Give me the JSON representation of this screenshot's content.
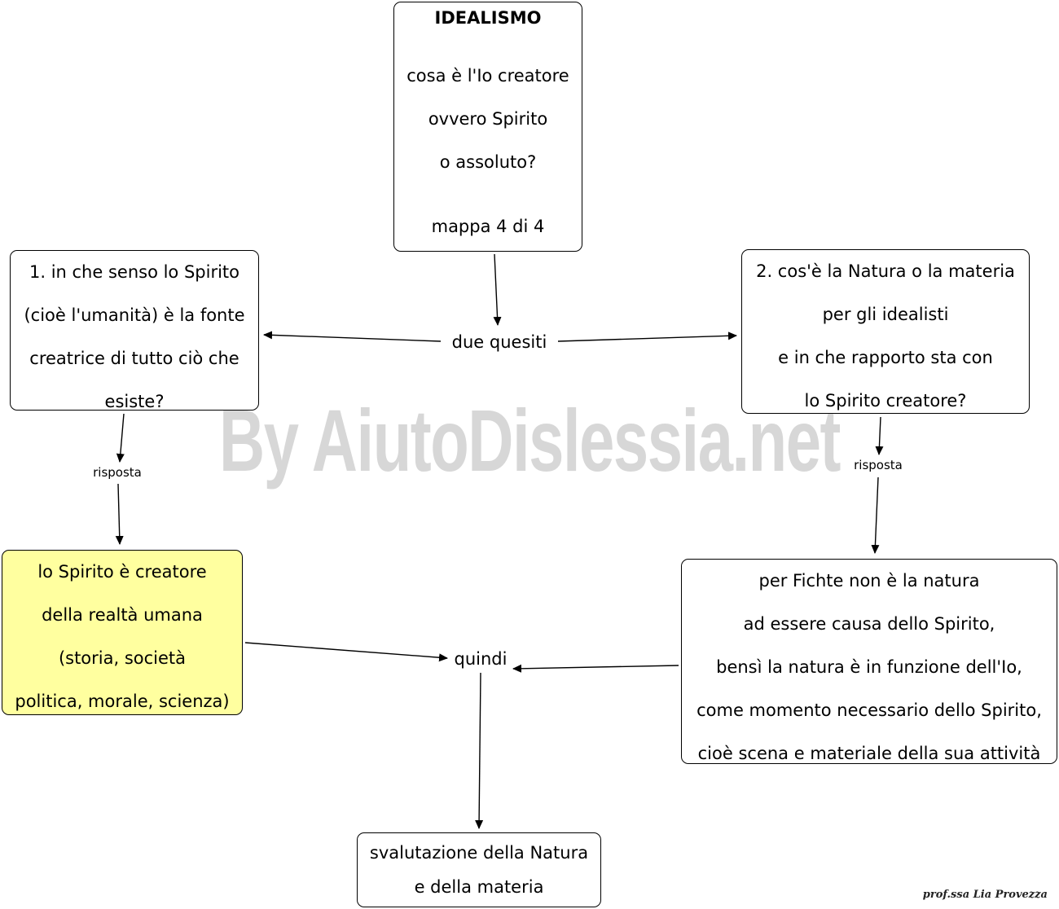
{
  "diagram": {
    "root": {
      "title": "IDEALISMO",
      "lines": [
        "cosa è l'Io creatore",
        "ovvero Spirito",
        "o assoluto?"
      ],
      "footer": "mappa 4 di 4"
    },
    "hub_label": "due quesiti",
    "question_left": {
      "lines": [
        "1. in che senso lo Spirito",
        "(cioè l'umanità) è la fonte",
        "creatrice di tutto ciò che",
        "esiste?"
      ]
    },
    "question_right": {
      "lines": [
        "2. cos'è la Natura o la materia",
        "per gli idealisti",
        "e in che rapporto sta con",
        "lo Spirito creatore?"
      ]
    },
    "answer_label_left": "risposta",
    "answer_label_right": "risposta",
    "answer_left": {
      "lines": [
        "lo Spirito è creatore",
        "della realtà umana",
        "(storia, società",
        "politica, morale, scienza)"
      ],
      "highlight_color": "#ffff9f"
    },
    "answer_right": {
      "lines": [
        "per Fichte non è la natura",
        "ad essere causa dello Spirito,",
        "bensì la natura è in funzione dell'Io,",
        "come momento necessario dello Spirito,",
        "cioè scena e materiale della sua attività"
      ]
    },
    "conclusion_label": "quindi",
    "conclusion": {
      "lines": [
        "svalutazione della Natura",
        "e della materia"
      ]
    }
  },
  "watermark": "By AiutoDislessia.net",
  "signature": "prof.ssa Lia Provezza"
}
